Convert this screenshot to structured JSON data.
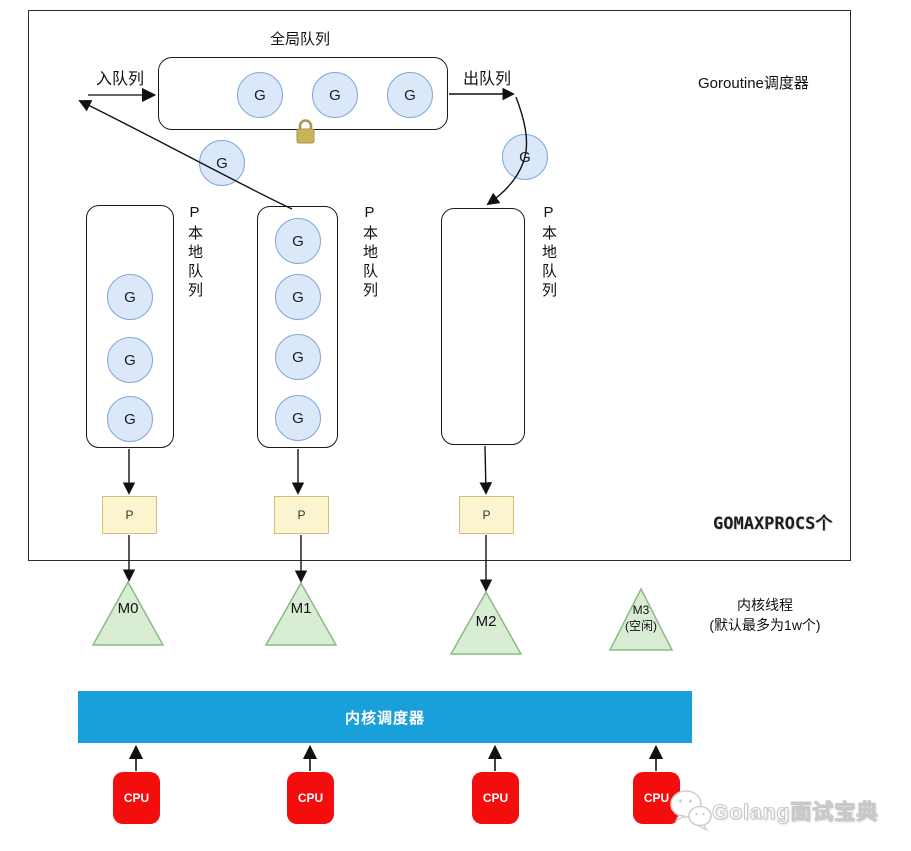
{
  "diagram": {
    "title": "Goroutine调度器",
    "g_label": "G",
    "global_queue": {
      "label": "全局队列",
      "goroutines": [
        "G",
        "G",
        "G"
      ],
      "lock_icon": "lock-icon"
    },
    "enqueue_label": "入队列",
    "dequeue_label": "出队列",
    "transfer_goroutines": {
      "left": "G",
      "right": "G"
    },
    "local_queues": [
      {
        "label": "P本地队列",
        "goroutines": [
          "G",
          "G",
          "G"
        ]
      },
      {
        "label": "P本地队列",
        "goroutines": [
          "G",
          "G",
          "G",
          "G"
        ]
      },
      {
        "label": "P本地队列",
        "goroutines": []
      }
    ],
    "processors": [
      "P",
      "P",
      "P"
    ],
    "gomaxprocs_label": "GOMAXPROCS个",
    "threads": [
      {
        "label": "M0"
      },
      {
        "label": "M1"
      },
      {
        "label": "M2"
      },
      {
        "label": "M3",
        "sublabel": "(空闲)"
      }
    ],
    "kernel_thread_note": {
      "line1": "内核线程",
      "line2": "(默认最多为1w个)"
    },
    "kernel_scheduler_label": "内核调度器",
    "cpus": [
      "CPU",
      "CPU",
      "CPU",
      "CPU"
    ],
    "watermark_text": "Golang面试宝典",
    "colors": {
      "goroutine_fill": "#dbe8fa",
      "goroutine_border": "#84a8d8",
      "processor_fill": "#fcf3cf",
      "processor_border": "#d8bd7b",
      "thread_fill": "#d9ecd4",
      "thread_border": "#8cba84",
      "kernel_bar": "#199fd9",
      "cpu_fill": "#f40d0d",
      "lock_gold": "#c9b45b"
    }
  }
}
